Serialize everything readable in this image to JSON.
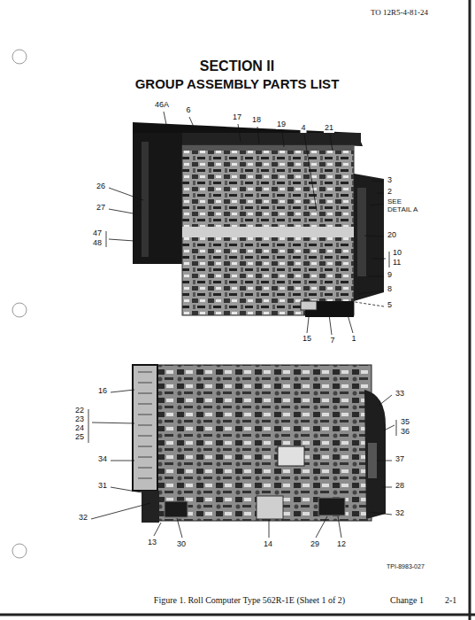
{
  "diagram": {
    "title": "SECTION II",
    "caption": "Figure 1. Roll Computer Type 562R-1E (Sheet 1 of 2)",
    "labels": [
      "TO 12R5-4-81-24",
      "GROUP ASSEMBLY PARTS LIST",
      "46A",
      "6",
      "17",
      "18",
      "19",
      "4",
      "21",
      "3",
      "2",
      "SEE DETAIL A",
      "20",
      "10",
      "11",
      "9",
      "8",
      "5",
      "1",
      "7",
      "15",
      "26",
      "27",
      "47",
      "48",
      "16",
      "22",
      "23",
      "24",
      "25",
      "34",
      "31",
      "32",
      "13",
      "30",
      "14",
      "29",
      "12",
      "33",
      "35",
      "36",
      "37",
      "28",
      "32",
      "TPI-8983-027",
      "Change 1",
      "2-1"
    ]
  }
}
